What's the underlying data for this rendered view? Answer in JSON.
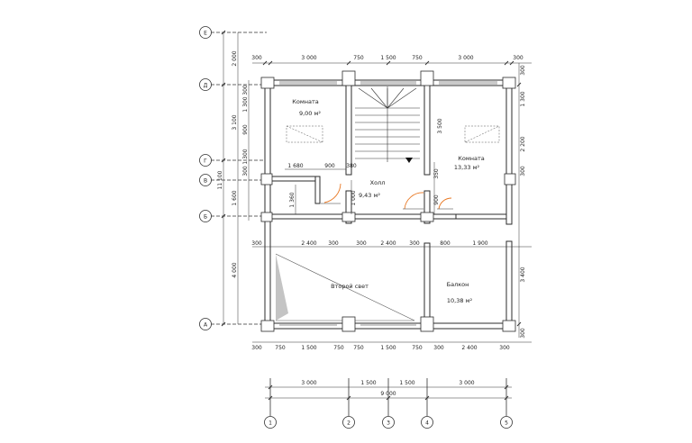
{
  "axes": {
    "rows": [
      "Е",
      "Д",
      "Г",
      "В",
      "Б",
      "А"
    ],
    "cols": [
      "1",
      "2",
      "3",
      "4",
      "5"
    ]
  },
  "rooms": {
    "room1_name": "Комната",
    "room1_area": "9,00 м²",
    "room2_name": "Комната",
    "room2_area": "13,33 м²",
    "hall_name": "Холл",
    "hall_area": "9,43 м²",
    "light_name": "Второй свет",
    "balcony_name": "Балкон",
    "balcony_area": "10,38 м²"
  },
  "dims": {
    "top": [
      "300",
      "3 000",
      "750",
      "1 500",
      "750",
      "3 000",
      "300"
    ],
    "row2": [
      "300",
      "2 400",
      "300",
      "300",
      "2 400",
      "300",
      "800",
      "1 900"
    ],
    "bottom": [
      "300",
      "750",
      "1 500",
      "750",
      "750",
      "1 500",
      "750",
      "300",
      "2 400",
      "300"
    ],
    "axis_spans": [
      "3 000",
      "1 500",
      "1 500",
      "3 000"
    ],
    "axis_total": "9 000",
    "left_outer": [
      "2 000",
      "3 100",
      "1 600",
      "4 000"
    ],
    "left_total": "11 100",
    "left_inner": [
      "300",
      "1 300",
      "900",
      "1 300",
      "300"
    ],
    "right": [
      "300",
      "1 300",
      "3 500",
      "2 200",
      "300",
      "3 400",
      "300"
    ],
    "inner": [
      "1 680",
      "900",
      "380",
      "1 360",
      "1 000",
      "350",
      "900"
    ]
  },
  "colors": {
    "wall": "#2b2b2b",
    "door": "#e87722",
    "shade": "#c4c4c4"
  }
}
